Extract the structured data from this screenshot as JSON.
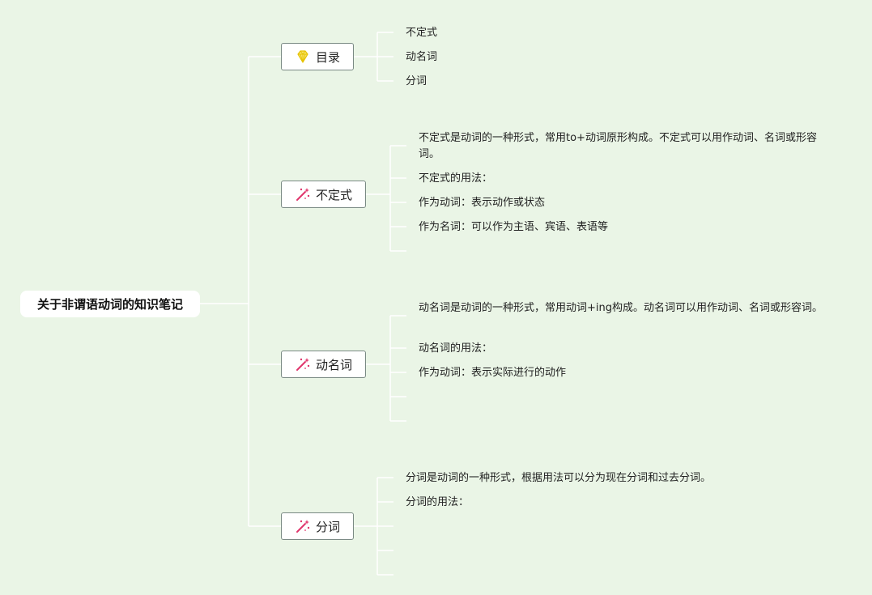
{
  "root": {
    "label": "关于非谓语动词的知识笔记"
  },
  "branches": [
    {
      "label": "目录",
      "icon": "diamond-icon",
      "children": [
        "不定式",
        "动名词",
        "分词"
      ]
    },
    {
      "label": "不定式",
      "icon": "magic-wand-icon",
      "children": [
        "不定式是动词的一种形式，常用to+动词原形构成。不定式可以用作动词、名词或形容词。",
        "不定式的用法：",
        "作为动词：表示动作或状态",
        "作为名词：可以作为主语、宾语、表语等",
        ""
      ]
    },
    {
      "label": "动名词",
      "icon": "magic-wand-icon",
      "children": [
        "动名词是动词的一种形式，常用动词+ing构成。动名词可以用作动词、名词或形容词。",
        "动名词的用法：",
        "作为动词：表示实际进行的动作",
        "",
        ""
      ]
    },
    {
      "label": "分词",
      "icon": "magic-wand-icon",
      "children": [
        "分词是动词的一种形式，根据用法可以分为现在分词和过去分词。",
        "分词的用法：",
        "",
        "",
        ""
      ]
    }
  ],
  "colors": {
    "background": "#eaf5e6",
    "connector": "#ffffff",
    "wand": "#e0356b",
    "diamond": "#f2d21b"
  }
}
